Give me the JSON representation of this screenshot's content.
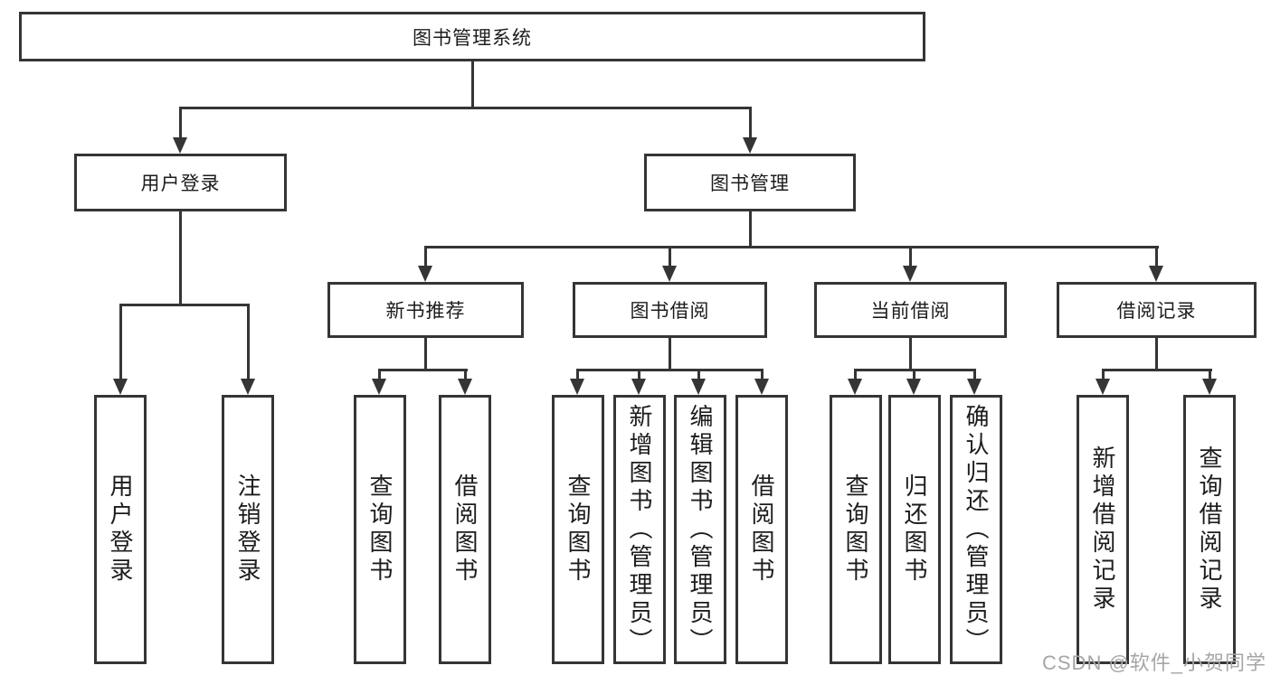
{
  "colors": {
    "line": "#353535",
    "text": "#1c1c1c",
    "watermark": "#a6a6a6",
    "box_bg": "#ffffff"
  },
  "watermark": "CSDN @软件_小贺同学",
  "tree": {
    "root": "图书管理系统",
    "branches": [
      {
        "label": "用户登录",
        "children": [
          "用户登录",
          "注销登录"
        ]
      },
      {
        "label": "图书管理",
        "groups": [
          {
            "label": "新书推荐",
            "children": [
              "查询图书",
              "借阅图书"
            ]
          },
          {
            "label": "图书借阅",
            "children": [
              "查询图书",
              "新增图书（管理员）",
              "编辑图书（管理员）",
              "借阅图书"
            ]
          },
          {
            "label": "当前借阅",
            "children": [
              "查询图书",
              "归还图书",
              "确认归还（管理员）"
            ]
          },
          {
            "label": "借阅记录",
            "children": [
              "新增借阅记录",
              "查询借阅记录"
            ]
          }
        ]
      }
    ]
  }
}
